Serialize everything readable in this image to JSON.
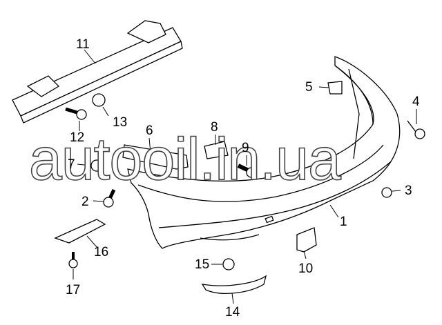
{
  "diagram": {
    "title": "Rear bumper assembly parts diagram",
    "callouts": [
      "1",
      "2",
      "3",
      "4",
      "5",
      "6",
      "7",
      "8",
      "9",
      "10",
      "11",
      "12",
      "13",
      "14",
      "15",
      "16",
      "17"
    ],
    "watermark": "autooil.in.ua"
  }
}
